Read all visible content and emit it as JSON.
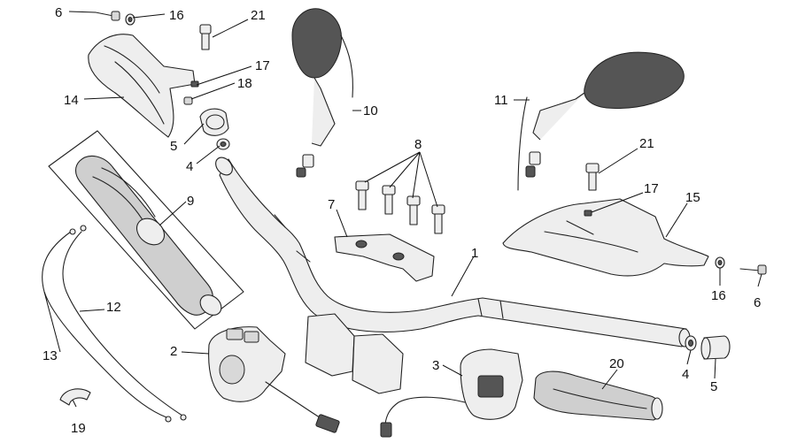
{
  "callouts": [
    {
      "id": "c1",
      "label": "1"
    },
    {
      "id": "c2",
      "label": "2"
    },
    {
      "id": "c3",
      "label": "3"
    },
    {
      "id": "c4a",
      "label": "4"
    },
    {
      "id": "c4b",
      "label": "4"
    },
    {
      "id": "c5a",
      "label": "5"
    },
    {
      "id": "c5b",
      "label": "5"
    },
    {
      "id": "c6a",
      "label": "6"
    },
    {
      "id": "c6b",
      "label": "6"
    },
    {
      "id": "c7",
      "label": "7"
    },
    {
      "id": "c8",
      "label": "8"
    },
    {
      "id": "c9",
      "label": "9"
    },
    {
      "id": "c10",
      "label": "10"
    },
    {
      "id": "c11",
      "label": "11"
    },
    {
      "id": "c12",
      "label": "12"
    },
    {
      "id": "c13",
      "label": "13"
    },
    {
      "id": "c14",
      "label": "14"
    },
    {
      "id": "c15",
      "label": "15"
    },
    {
      "id": "c16a",
      "label": "16"
    },
    {
      "id": "c16b",
      "label": "16"
    },
    {
      "id": "c17a",
      "label": "17"
    },
    {
      "id": "c17b",
      "label": "17"
    },
    {
      "id": "c18",
      "label": "18"
    },
    {
      "id": "c19",
      "label": "19"
    },
    {
      "id": "c20",
      "label": "20"
    },
    {
      "id": "c21a",
      "label": "21"
    },
    {
      "id": "c21b",
      "label": "21"
    }
  ]
}
